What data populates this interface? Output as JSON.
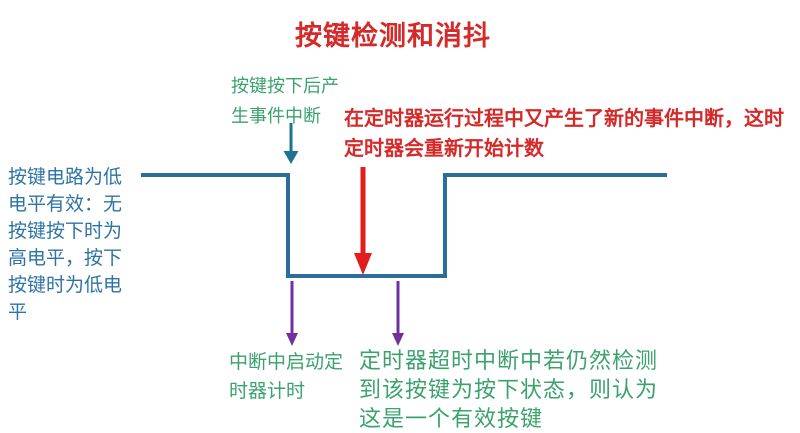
{
  "title": "按键检测和消抖",
  "colors": {
    "title-red": "#d42a2a",
    "text-red": "#d42a2a",
    "text-green": "#3ba26e",
    "text-blue": "#2d73a6",
    "waveform-blue": "#2a6e99",
    "arrow-teal": "#1e7390",
    "arrow-red": "#e21d1d",
    "arrow-purple": "#7030a0"
  },
  "diagram": {
    "signal_description": "按键电路为低电平有效：无按键按下时为高电平，按下按键时为低电平",
    "press_event_label": "按键按下后产生事件中断",
    "timer_restart_label": "在定时器运行过程中又产生了新的事件中断，这时定时器会重新开始计数",
    "start_timer_label": "中断中启动定时器计时",
    "timeout_check_label": "定时器超时中断中若仍然检测到该按键为按下状态，则认为这是一个有效按键"
  }
}
